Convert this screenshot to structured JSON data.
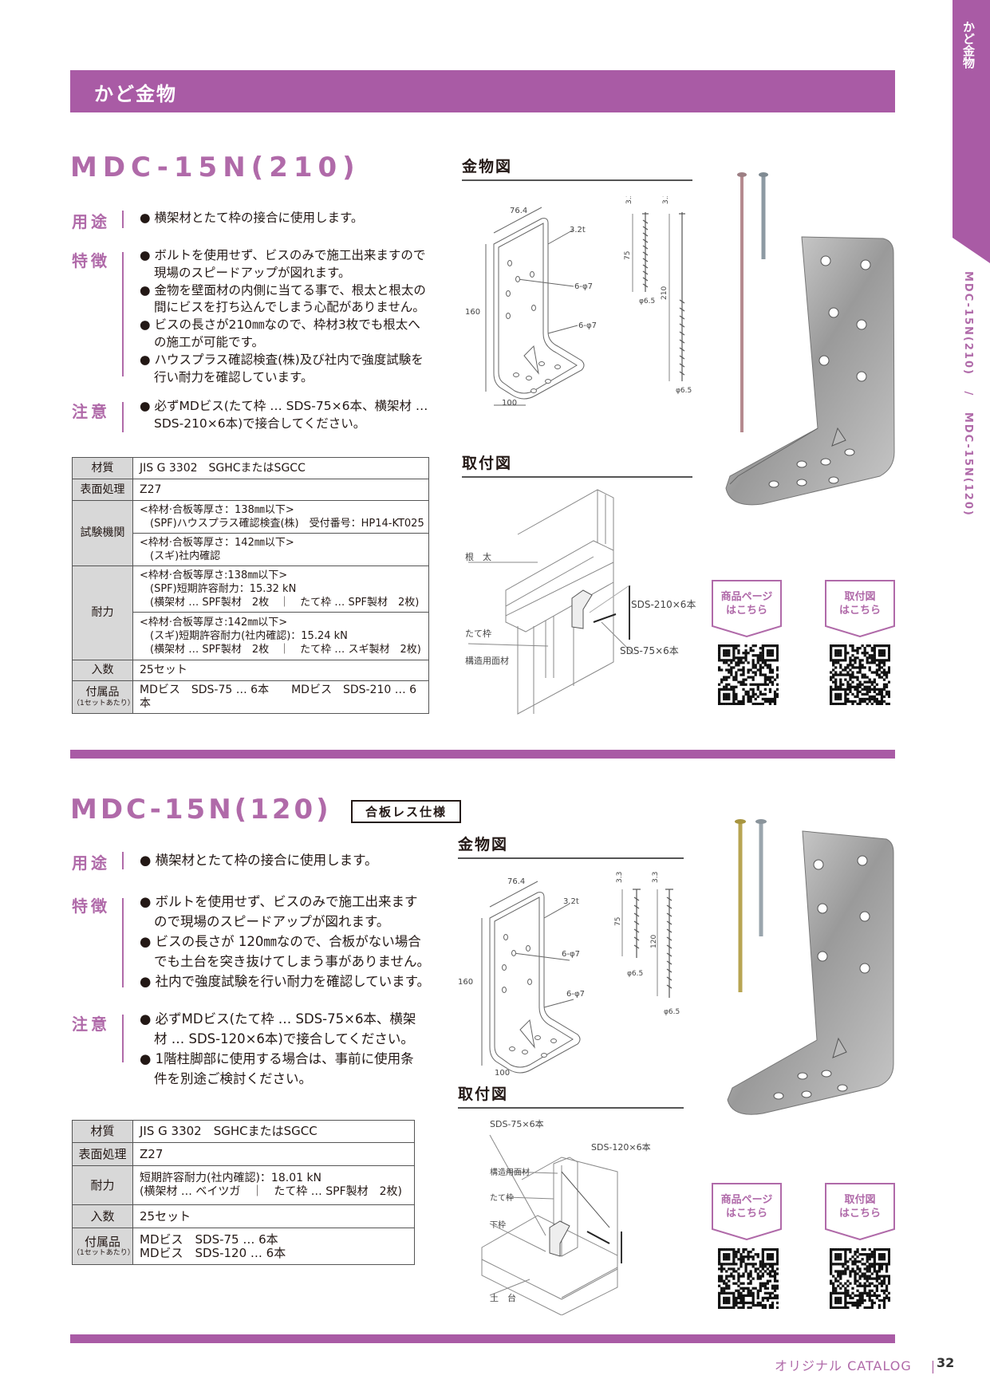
{
  "header": {
    "title": "かど金物"
  },
  "side_tab": {
    "label": "かど金物",
    "nav": "MDC-15N(210)   /   MDC-15N(120)"
  },
  "products": [
    {
      "title": "MDC-15N(210)",
      "use_label": "用途",
      "use": "● 横架材とたて枠の接合に使用します。",
      "features_label": "特徴",
      "features": [
        "● ボルトを使用せず、ビスのみで施工出来ますので\n現場のスピードアップが図れます。",
        "● 金物を壁面材の内側に当てる事で、根太と根太の\n間にビスを打ち込んでしまう心配がありません。",
        "● ビスの長さが210㎜なので、枠材3枚でも根太へ\nの施工が可能です。",
        "● ハウスプラス確認検査(株)及び社内で強度試験を\n行い耐力を確認しています。"
      ],
      "notes_label": "注意",
      "notes": [
        "● 必ずMDビス(たて枠 … SDS-75×6本、横架材 …\nSDS-210×6本)で接合してください。"
      ],
      "spec": {
        "material_h": "材質",
        "material": "JIS G 3302　SGHCまたはSGCC",
        "surface_h": "表面処理",
        "surface": "Z27",
        "test_h": "試験機関",
        "test": [
          "<枠材·合板等厚さ：138㎜以下>\n　(SPF)ハウスプラス確認検査(株)　受付番号：HP14-KT025",
          "<枠材·合板等厚さ：142㎜以下>\n　(スギ)社内確認"
        ],
        "strength_h": "耐力",
        "strength": [
          "<枠材·合板等厚さ:138㎜以下>\n　(SPF)短期許容耐力：15.32 kN\n　(横架材 … SPF製材　2枚　｜　たて枠 … SPF製材　2枚)",
          "<枠材·合板等厚さ:142㎜以下>\n　(スギ)短期許容耐力(社内確認)：15.24 kN\n　(横架材 … SPF製材　2枚　｜　たて枠 … スギ製材　2枚)"
        ],
        "qty_h": "入数",
        "qty": "25セット",
        "acc_h": "付属品",
        "acc_sub": "（1セットあたり）",
        "acc": "MDビス　SDS-75 … 6本　　MDビス　SDS-210 … 6本"
      },
      "drawing_title": "金物図",
      "drawing_labels": {
        "width": "76.4",
        "thick": "3.2t",
        "holes1": "6-φ7",
        "holes2": "6-φ7",
        "height": "160",
        "depth": "100",
        "head1": "3.3",
        "head2": "3.3",
        "len1": "75",
        "len2": "210",
        "dia1": "φ6.5",
        "dia2": "φ6.5"
      },
      "mount_title": "取付図",
      "mount_labels": [
        "根　太",
        "たて枠",
        "構造用面材",
        "SDS-210×6本",
        "SDS-75×6本"
      ],
      "links": [
        "商品ページ\nはこちら",
        "取付図\nはこちら"
      ]
    },
    {
      "title": "MDC-15N(120)",
      "badge": "合板レス仕様",
      "use_label": "用途",
      "use": "● 横架材とたて枠の接合に使用します。",
      "features_label": "特徴",
      "features": [
        "● ボルトを使用せず、ビスのみで施工出来ます\nので現場のスピードアップが図れます。",
        "● ビスの長さが 120㎜なので、合板がない場合\nでも土台を突き抜けてしまう事がありません。",
        "● 社内で強度試験を行い耐力を確認しています。"
      ],
      "notes_label": "注意",
      "notes": [
        "● 必ずMDビス(たて枠 … SDS-75×6本、横架\n材 … SDS-120×6本)で接合してください。",
        "● 1階柱脚部に使用する場合は、事前に使用条\n件を別途ご検討ください。"
      ],
      "spec": {
        "material_h": "材質",
        "material": "JIS G 3302　SGHCまたはSGCC",
        "surface_h": "表面処理",
        "surface": "Z27",
        "strength_h": "耐力",
        "strength": "短期許容耐力(社内確認)：18.01 kN\n(横架材 … ベイツガ　｜　たて枠 … SPF製材　2枚)",
        "qty_h": "入数",
        "qty": "25セット",
        "acc_h": "付属品",
        "acc_sub": "（1セットあたり）",
        "acc": "MDビス　SDS-75 … 6本\nMDビス　SDS-120 … 6本"
      },
      "drawing_title": "金物図",
      "drawing_labels": {
        "width": "76.4",
        "thick": "3.2t",
        "holes1": "6-φ7",
        "holes2": "6-φ7",
        "height": "160",
        "depth": "100",
        "head1": "3.3",
        "head2": "3.3",
        "len1": "75",
        "len2": "120",
        "dia1": "φ6.5",
        "dia2": "φ6.5"
      },
      "mount_title": "取付図",
      "mount_labels": [
        "SDS-75×6本",
        "SDS-120×6本",
        "構造用面材",
        "たて枠",
        "下枠",
        "土　台"
      ],
      "links": [
        "商品ページ\nはこちら",
        "取付図\nはこちら"
      ]
    }
  ],
  "footer": {
    "catalog": "オリジナル CATALOG",
    "separator": "|",
    "page": "32"
  },
  "colors": {
    "accent": "#a95ba5",
    "title": "#b06aa9"
  }
}
